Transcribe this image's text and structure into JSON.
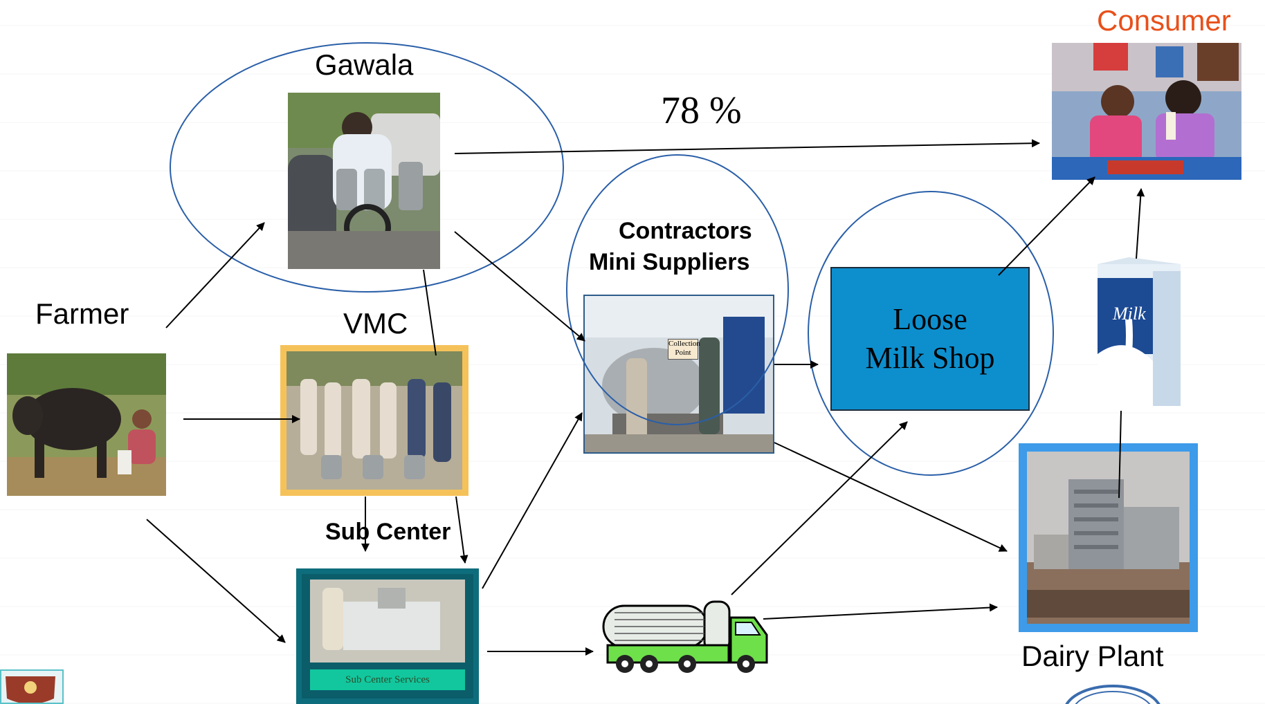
{
  "nodes": {
    "consumer": {
      "label": "Consumer",
      "color": "#e8501a"
    },
    "gawala": {
      "label": "Gawala"
    },
    "percentage": {
      "label": "78 %"
    },
    "contractors": {
      "line1": "Contractors",
      "line2": "Mini Suppliers"
    },
    "collection_point": {
      "line1": "Collection",
      "line2": "Point"
    },
    "farmer": {
      "label": "Farmer"
    },
    "vmc": {
      "label": "VMC"
    },
    "loose_milk_shop": {
      "line1": "Loose",
      "line2": "Milk Shop",
      "color": "#0d8fce"
    },
    "sub_center": {
      "label": "Sub Center",
      "caption": "Sub Center Services"
    },
    "milk_pack": {
      "label": "Milk"
    },
    "dairy_plant": {
      "label": "Dairy Plant"
    }
  },
  "colors": {
    "ellipse": "#2a5fa8",
    "vmc_frame": "#f5c25a",
    "sub_center_frame": "#0e6d7c",
    "dairy_frame": "#3d9be9",
    "tanker": "#6ee04a"
  },
  "icons": [
    "cow-photo",
    "motorbike-photo",
    "queue-photo",
    "collection-tank-photo",
    "chiller-photo",
    "tanker-truck-icon",
    "milk-carton-icon",
    "factory-photo",
    "children-photo",
    "crest-logo",
    "seal-logo"
  ]
}
